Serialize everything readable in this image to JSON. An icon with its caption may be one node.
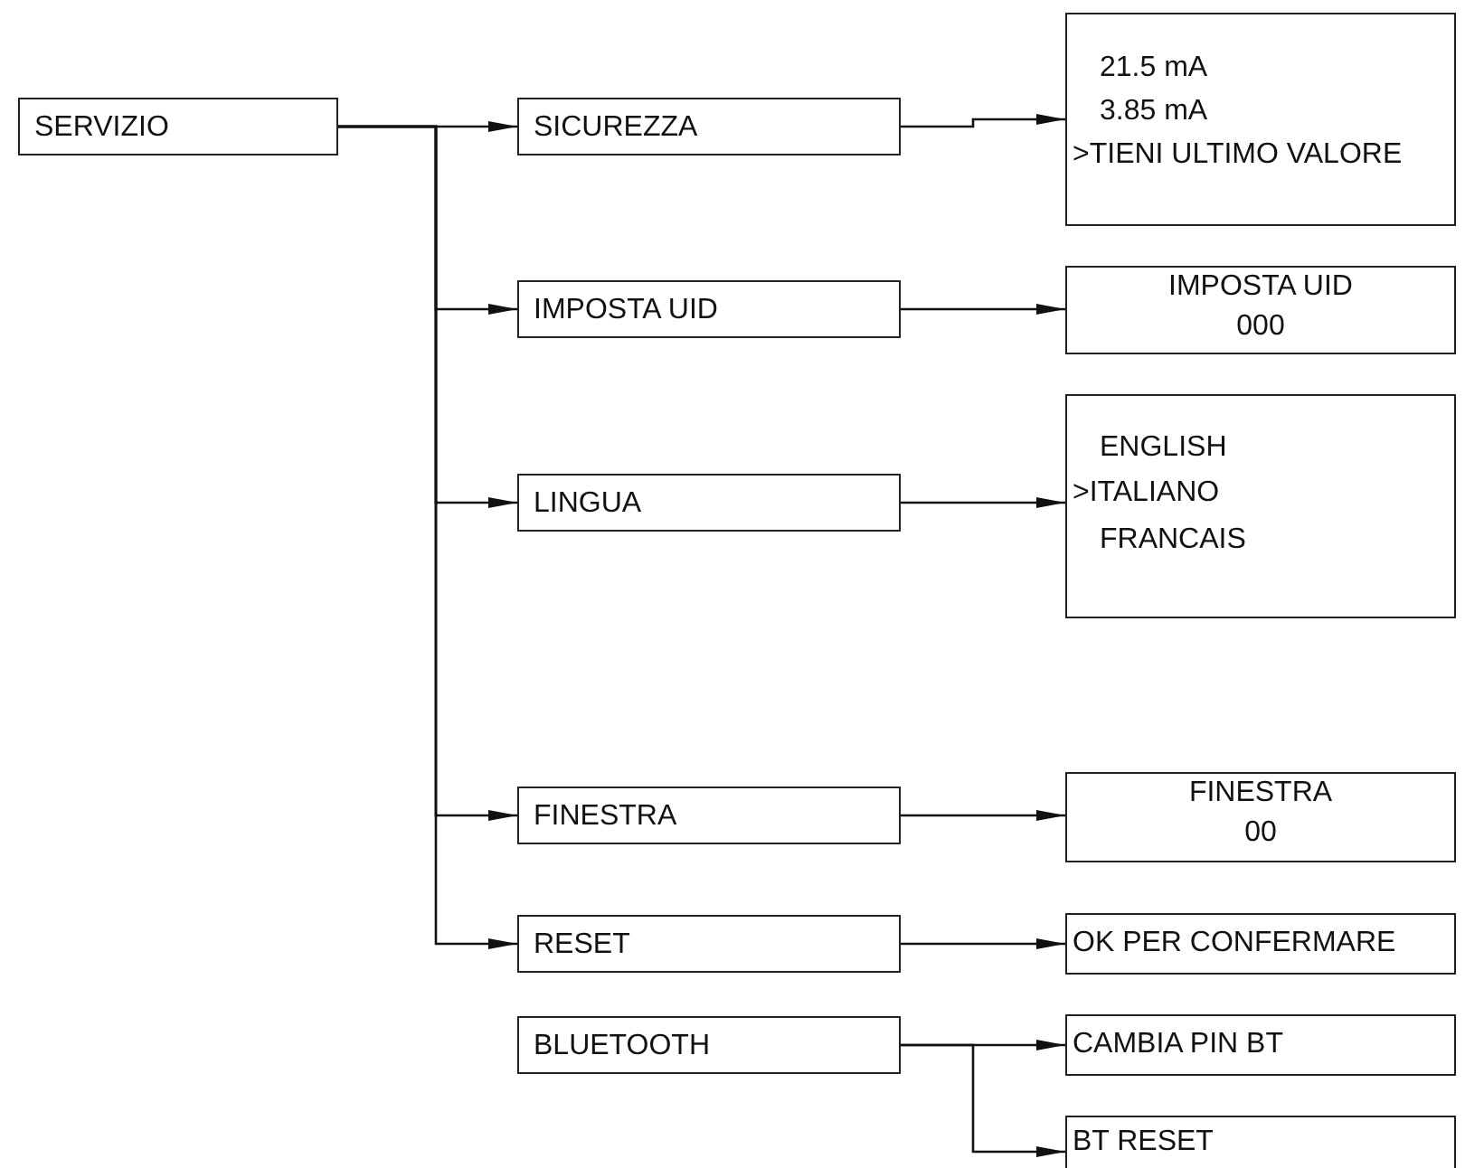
{
  "diagram": {
    "nodes": [
      {
        "text": [
          "SERVIZIO"
        ]
      },
      {
        "text": [
          "SICUREZZA"
        ]
      },
      {
        "text": [
          "IMPOSTA UID"
        ]
      },
      {
        "text": [
          "LINGUA"
        ]
      },
      {
        "text": [
          "FINESTRA"
        ]
      },
      {
        "text": [
          "RESET"
        ]
      },
      {
        "text": [
          "BLUETOOTH"
        ]
      },
      {
        "text": [
          "21.5 mA",
          "3.85 mA",
          ">TIENI ULTIMO VALORE"
        ]
      },
      {
        "text": [
          "IMPOSTA UID",
          "000"
        ]
      },
      {
        "text": [
          "ENGLISH",
          ">ITALIANO",
          "FRANCAIS"
        ]
      },
      {
        "text": [
          "FINESTRA",
          "00"
        ]
      },
      {
        "text": [
          "OK PER CONFERMARE"
        ]
      },
      {
        "text": [
          "CAMBIA PIN BT"
        ]
      },
      {
        "text": [
          "BT RESET"
        ]
      }
    ],
    "edges": [
      {
        "from": 0,
        "to": 1,
        "arrow": "to"
      },
      {
        "from": 0,
        "to": 2,
        "arrow": "to"
      },
      {
        "from": 0,
        "to": 3,
        "arrow": "to"
      },
      {
        "from": 0,
        "to": 4,
        "arrow": "to"
      },
      {
        "from": 0,
        "to": 5,
        "arrow": "to"
      },
      {
        "from": 1,
        "to": 7,
        "arrow": "to"
      },
      {
        "from": 2,
        "to": 8,
        "arrow": "to"
      },
      {
        "from": 3,
        "to": 9,
        "arrow": "to"
      },
      {
        "from": 4,
        "to": 10,
        "arrow": "to"
      },
      {
        "from": 5,
        "to": 11,
        "arrow": "to"
      },
      {
        "from": 6,
        "to": 12,
        "arrow": "to"
      },
      {
        "from": 6,
        "to": 13,
        "arrow": "to"
      }
    ]
  }
}
